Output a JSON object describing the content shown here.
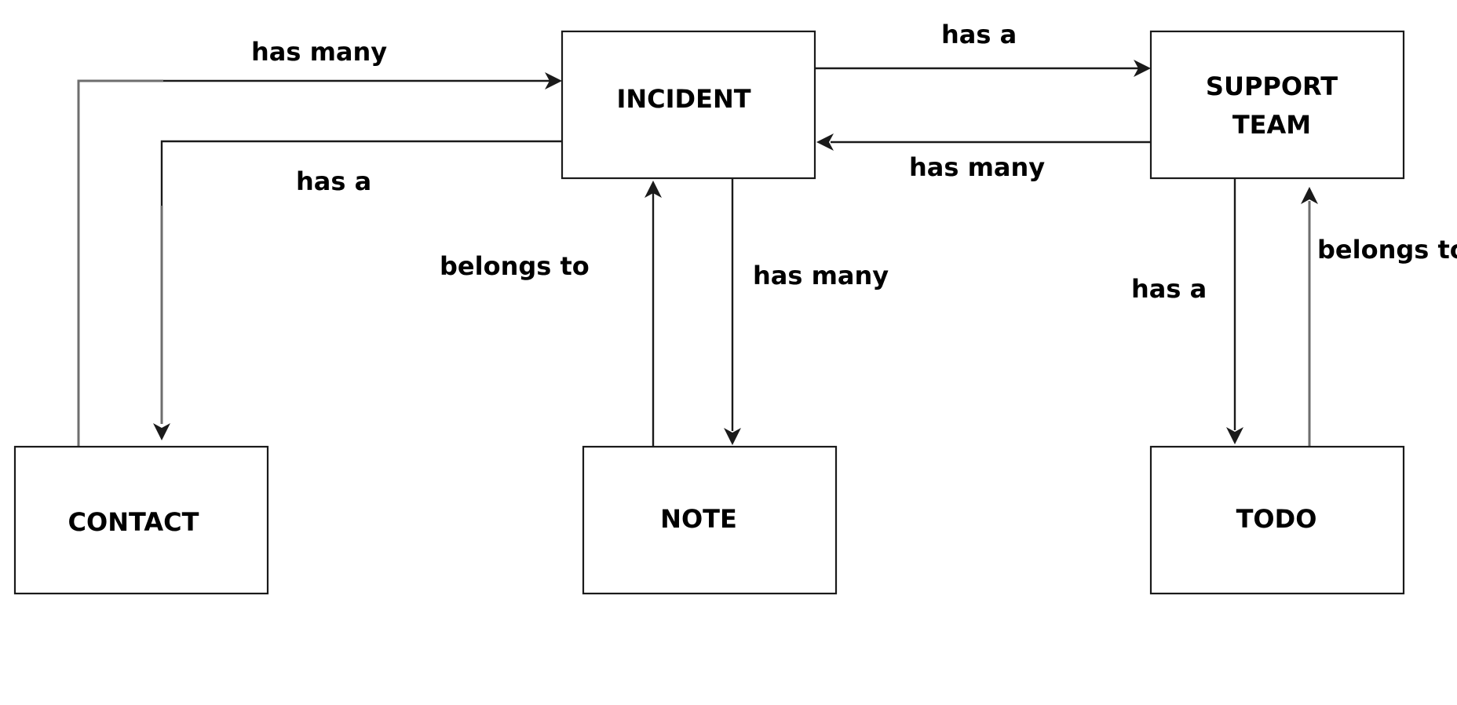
{
  "entities": {
    "incident": {
      "label": "INCIDENT"
    },
    "support_team": {
      "label_line1": "SUPPORT",
      "label_line2": "TEAM"
    },
    "contact": {
      "label": "CONTACT"
    },
    "note": {
      "label": "NOTE"
    },
    "todo": {
      "label": "TODO"
    }
  },
  "relationships": {
    "contact_to_incident": "has many",
    "incident_to_contact": "has a",
    "incident_to_support_team": "has a",
    "support_team_to_incident": "has many",
    "note_to_incident": "belongs to",
    "incident_to_note": "has many",
    "support_team_to_todo": "has a",
    "todo_to_support_team": "belongs to"
  }
}
